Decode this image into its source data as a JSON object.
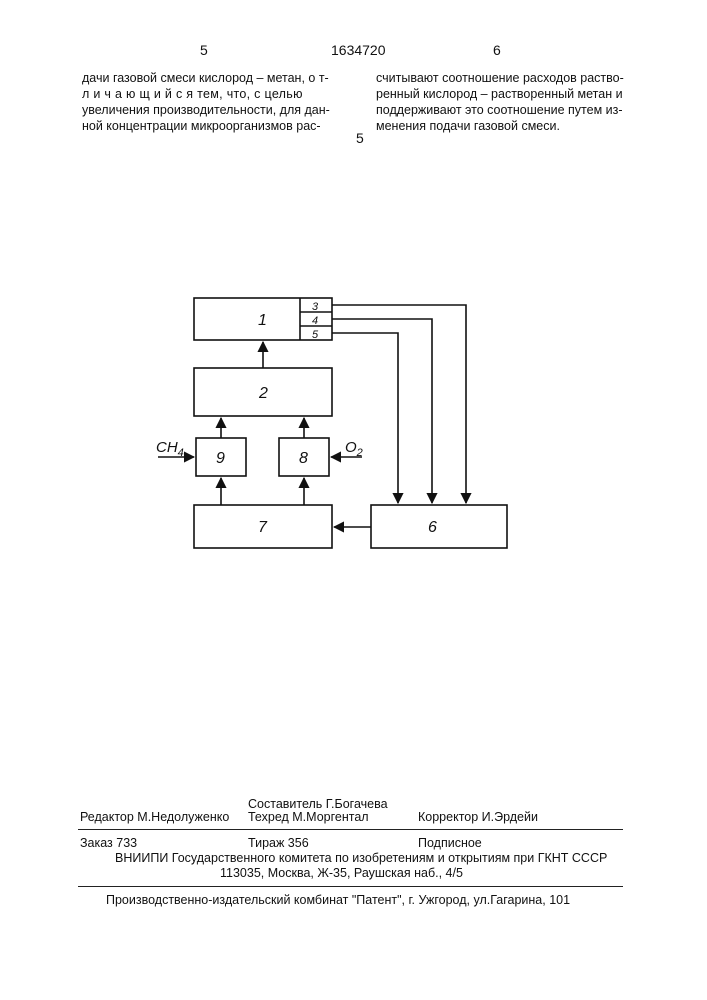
{
  "header": {
    "page_left": "5",
    "patent_number": "1634720",
    "page_right": "6"
  },
  "left_column": [
    "дачи газовой смеси кислород – метан, о т-",
    "л и ч а ю щ и й с я тем, что, с целью",
    "увеличения производительности, для дан-",
    "ной концентрации микроорганизмов рас-"
  ],
  "line_number": "5",
  "right_column": [
    "считывают соотношение расходов раство-",
    "ренный кислород – растворенный метан и",
    "поддерживают это соотношение путем из-",
    "менения подачи газовой смеси."
  ],
  "diagram": {
    "blocks": {
      "b1": "1",
      "b2": "2",
      "b6": "6",
      "b7": "7",
      "b8": "8",
      "b9": "9"
    },
    "ports": {
      "p3": "3",
      "p4": "4",
      "p5": "5"
    },
    "inputs": {
      "left_base": "CH",
      "left_sub": "4",
      "right_base": "O",
      "right_sub": "2"
    }
  },
  "footer": {
    "editor": "Редактор  М.Недолуженко",
    "compiler": "Составитель  Г.Богачева",
    "techred": "Техред М.Моргентал",
    "corrector": "Корректор  И.Эрдейи",
    "order": "Заказ  733",
    "circulation": "Тираж  356",
    "subscription": "Подписное",
    "institute": "ВНИИПИ Государственного комитета по изобретениям и открытиям при ГКНТ СССР",
    "address": "113035, Москва, Ж-35, Раушская наб., 4/5",
    "publisher": "Производственно-издательский комбинат \"Патент\", г. Ужгород, ул.Гагарина, 101"
  }
}
